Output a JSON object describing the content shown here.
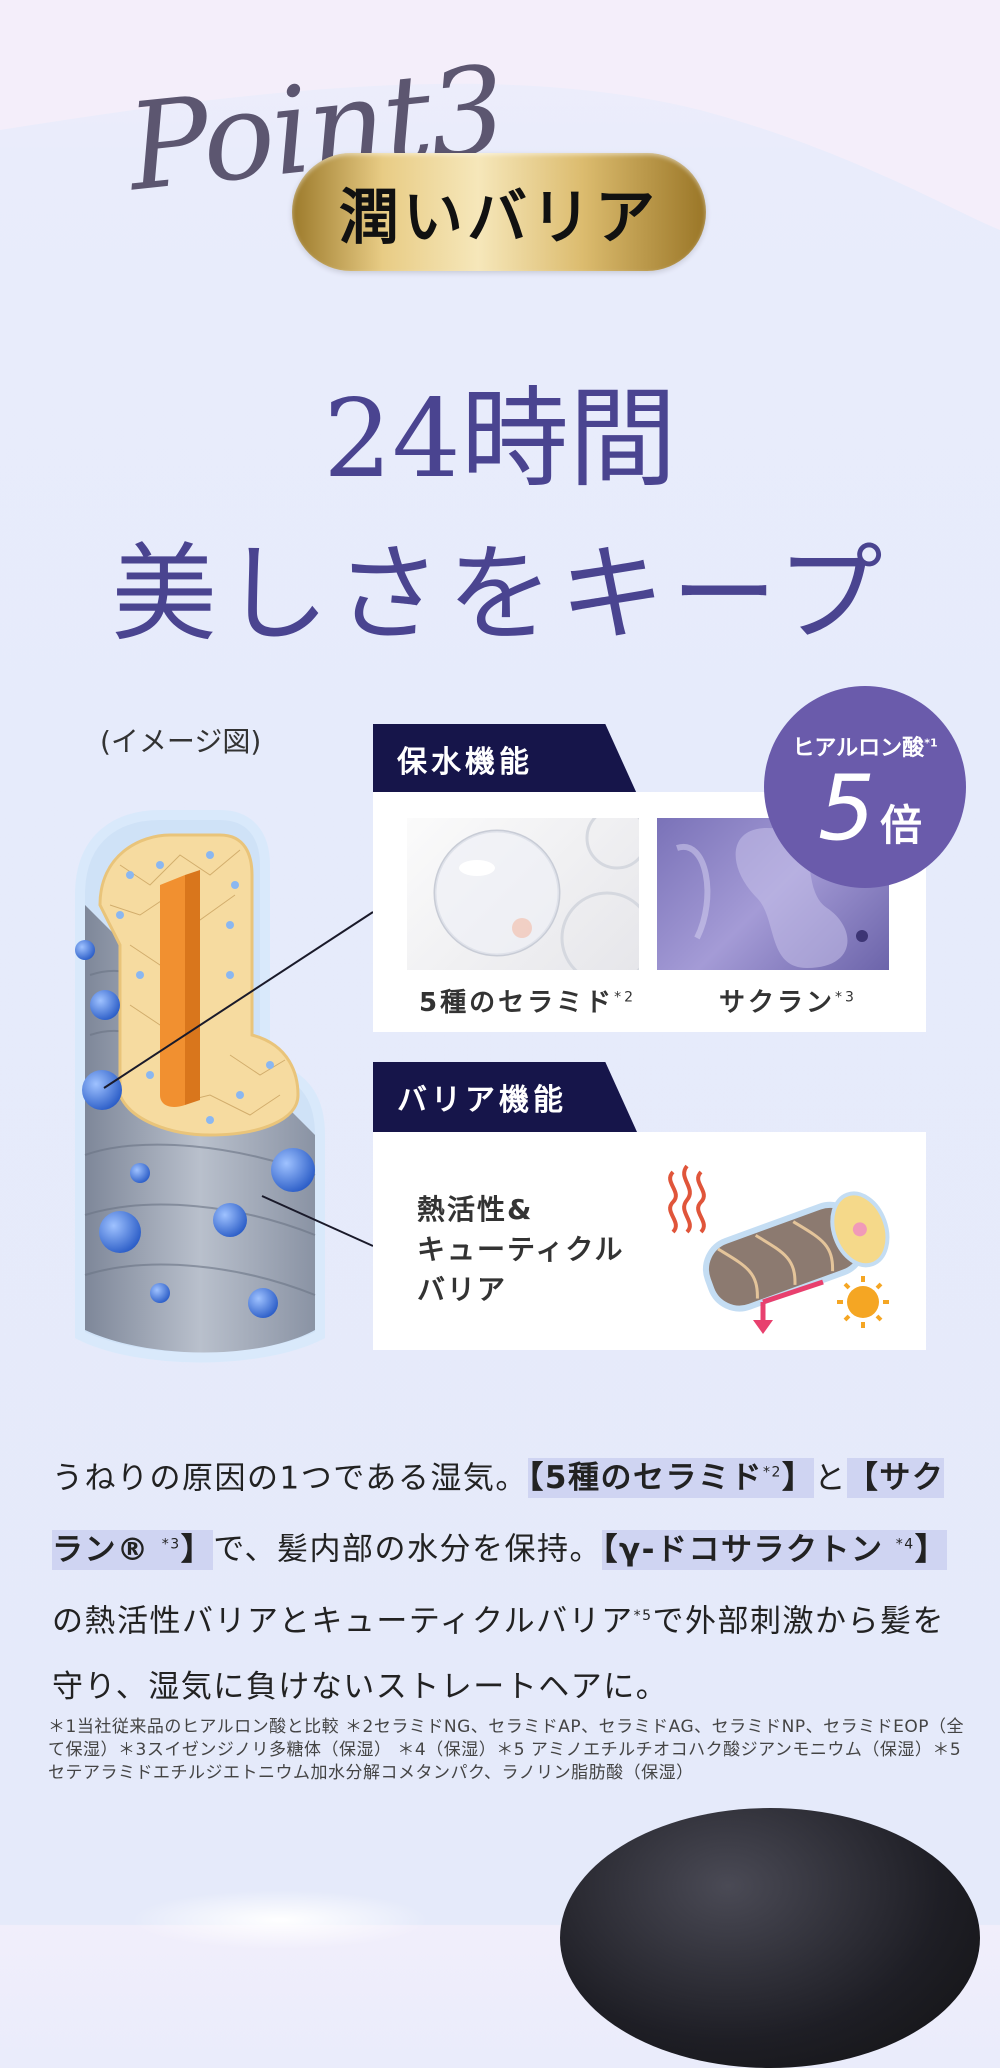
{
  "header": {
    "script_title": "Point3",
    "badge_label": "潤いバリア",
    "headline_line1": "24時間",
    "headline_line2": "美しさをキープ"
  },
  "diagram": {
    "caption": "(イメージ図)"
  },
  "moisture": {
    "label": "保水機能",
    "items": [
      {
        "name": "5種のセラミド",
        "note": "*2"
      },
      {
        "name": "サクラン",
        "note": "*3"
      }
    ],
    "badge": {
      "text": "ヒアルロン酸",
      "note": "*1",
      "number": "5",
      "unit": "倍"
    }
  },
  "barrier": {
    "label": "バリア機能",
    "lines": [
      "熱活性&",
      "キューティクル",
      "バリア"
    ]
  },
  "body": {
    "t1": "うねりの原因の1つである湿気。",
    "h1": "【5種のセラミド",
    "h1n": "*2",
    "h1e": "】",
    "t2": "と",
    "h2": "【サクラン®",
    "h2n": "*3",
    "h2e": "】",
    "t3": "で、髪内部の水分を保持。",
    "h3": "【γ-ドコサラクトン",
    "h3n": "*4",
    "h3e": "】",
    "t4": "の熱活性バリアとキューティクルバリア",
    "t4n": "*5",
    "t5": "で外部刺激から髪を守り、湿気に負けないストレートヘアに。"
  },
  "footnote": "＊1当社従来品のヒアルロン酸と比較 ＊2セラミドNG、セラミドAP、セラミドAG、セラミドNP、セラミドEOP（全て保湿）＊3スイゼンジノリ多糖体（保湿） ＊4（保湿）＊5 アミノエチルチオコハク酸ジアンモニウム（保湿）＊5 セテアラミドエチルジエトニウム加水分解コメタンパク、ラノリン脂肪酸（保湿）",
  "colors": {
    "headline": "#4a4490",
    "label_bg": "#16154a",
    "badge_bg": "#6a5bab",
    "highlight": "#cfd4f2"
  }
}
